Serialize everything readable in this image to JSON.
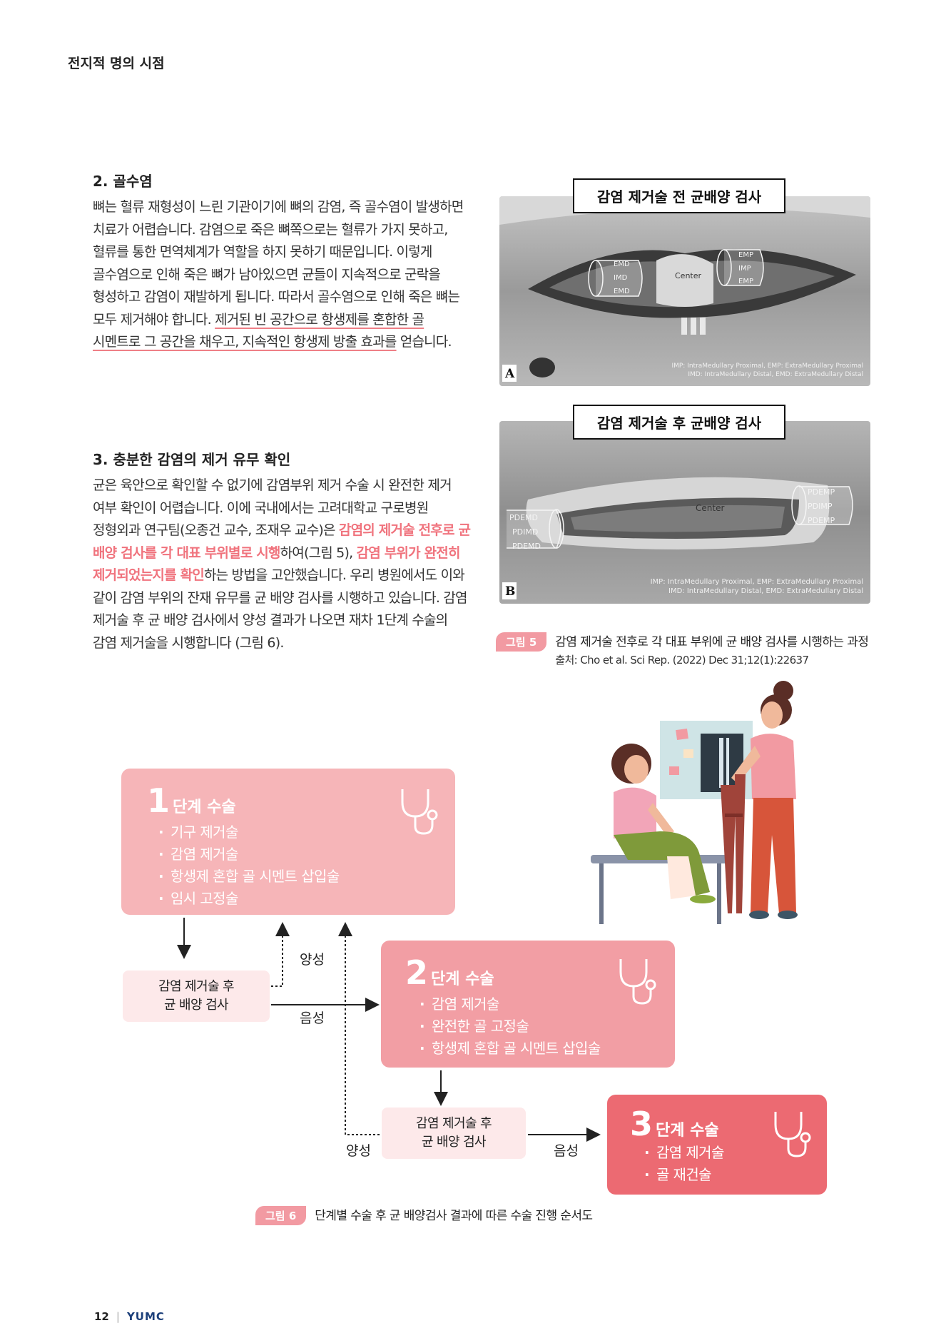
{
  "header": {
    "title": "전지적 명의 시점"
  },
  "section2": {
    "title": "2. 골수염",
    "p1": "뼈는 혈류 재형성이 느린 기관이기에 뼈의 감염, 즉 골수염이 발생하면 치료가 어렵습니다. 감염으로 죽은 뼈쪽으로는 혈류가 가지 못하고, 혈류를 통한 면역체계가 역할을 하지 못하기 때문입니다. 이렇게 골수염으로 인해 죽은 뼈가 남아있으면 균들이 지속적으로 군락을 형성하고 감염이 재발하게 됩니다. 따라서 골수염으로 인해 죽은 뼈는 모두 제거해야 합니다.",
    "p1_ul": "제거된 빈 공간으로 항생제를 혼합한 골 시멘트로 그 공간을 채우고, 지속적인 항생제 방출 효과를",
    "p1_end": " 얻습니다."
  },
  "section3": {
    "title": "3. 충분한 감염의 제거 유무 확인",
    "t1": "균은 육안으로 확인할 수 없기에 감염부위 제거 수술 시 완전한 제거 여부 확인이 어렵습니다. 이에 국내에서는 고려대학교 구로병원 정형외과 연구팀(오종건 교수, 조재우 교수)은 ",
    "h1": "감염의 제거술 전후로 균 배양 검사를 각 대표 부위별로 시행",
    "t2": "하여(그림 5), ",
    "h2": "감염 부위가 완전히 제거되었는지를 확인",
    "t3": "하는 방법을 고안했습니다. 우리 병원에서도 이와 같이 감염 부위의 잔재 유무를 균 배양 검사를 시행하고 있습니다. 감염 제거술 후 균 배양 검사에서 양성 결과가 나오면 재차 1단계 수술의 감염 제거술을 시행합니다 (그림 6)."
  },
  "figure5": {
    "photoA": {
      "label": "감염 제거술 전 균배양 검사",
      "letter": "A",
      "left": [
        "EMD",
        "IMD",
        "EMD"
      ],
      "center": "Center",
      "right": [
        "EMP",
        "IMP",
        "EMP"
      ],
      "legend1": "IMP: IntraMedullary Proximal, EMP: ExtraMedullary Proximal",
      "legend2": "IMD: IntraMedullary Distal, EMD: ExtraMedullary Distal"
    },
    "photoB": {
      "label": "감염 제거술 후 균배양 검사",
      "letter": "B",
      "left": [
        "PDEMD",
        "PDIMD",
        "PDEMD"
      ],
      "center": "Center",
      "right": [
        "PDEMP",
        "PDIMP",
        "PDEMP"
      ],
      "legend1": "IMP: IntraMedullary Proximal, EMP: ExtraMedullary Proximal",
      "legend2": "IMD: IntraMedullary Distal, EMD: ExtraMedullary Distal"
    },
    "badge": "그림 5",
    "caption": "감염 제거술 전후로 각 대표 부위에 균 배양 검사를 시행하는 과정",
    "source": "출처: Cho et al. Sci Rep. (2022) Dec 31;12(1):22637"
  },
  "figure6": {
    "stage1": {
      "num": "1",
      "name": "단계 수술",
      "items": [
        "기구 제거술",
        "감염 제거술",
        "항생제 혼합 골 시멘트 삽입술",
        "임시 고정술"
      ]
    },
    "stage2": {
      "num": "2",
      "name": "단계 수술",
      "items": [
        "감염 제거술",
        "완전한 골 고정술",
        "항생제 혼합 골 시멘트 삽입술"
      ]
    },
    "stage3": {
      "num": "3",
      "name": "단계 수술",
      "items": [
        "감염 제거술",
        "골 재건술"
      ]
    },
    "culture1": {
      "line1": "감염 제거술 후",
      "line2": "균 배양 검사"
    },
    "culture2": {
      "line1": "감염 제거술 후",
      "line2": "균 배양 검사"
    },
    "positive1": "양성",
    "negative1": "음성",
    "positive2": "양성",
    "negative2": "음성",
    "badge": "그림 6",
    "caption": "단계별 수술 후 균 배양검사 결과에 따른 수술 진행 순서도"
  },
  "footer": {
    "page": "12",
    "logo": "YUMC"
  },
  "colors": {
    "pink": "#f0737d",
    "stage1": "#f6b5b8",
    "stage2": "#f29ea4",
    "stage3": "#ec6a72",
    "culture": "#fde9ea"
  }
}
